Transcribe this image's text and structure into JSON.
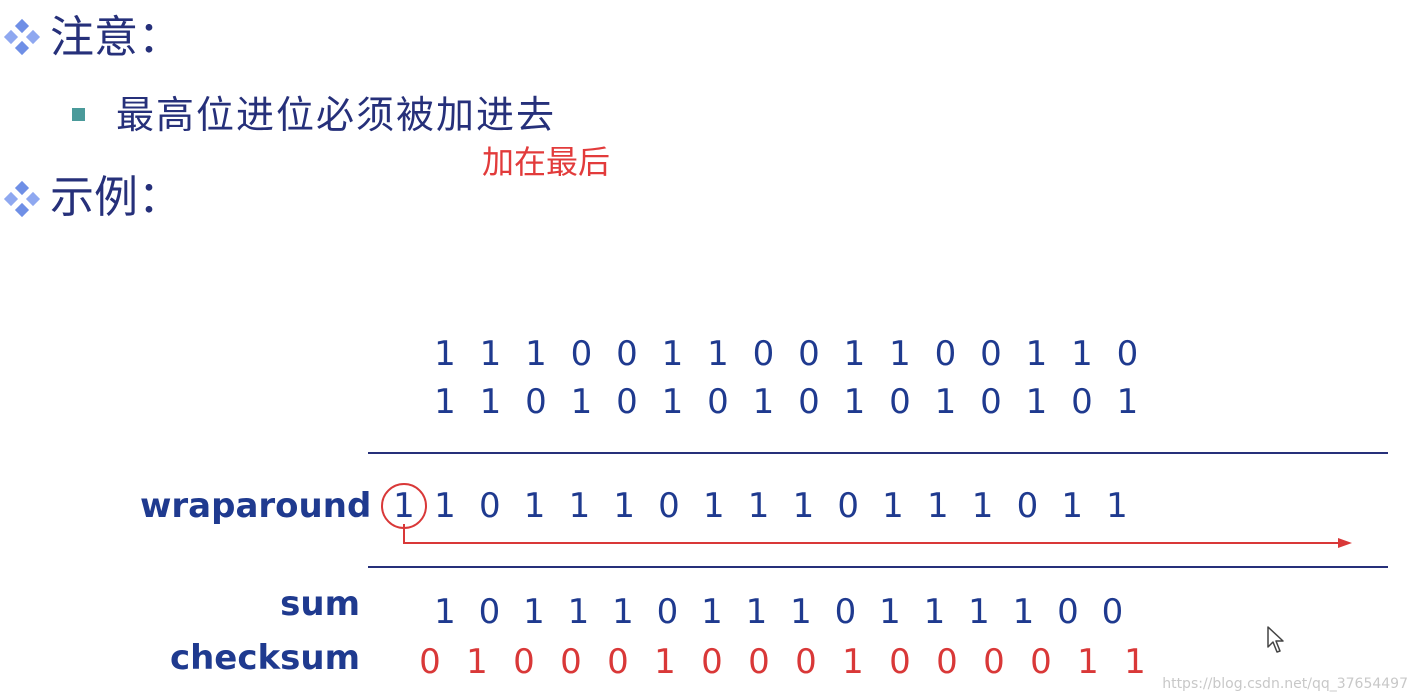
{
  "notes": {
    "heading": "注意：",
    "point": "最高位进位必须被加进去",
    "annotation": "加在最后"
  },
  "example": {
    "heading": "示例："
  },
  "computation": {
    "operand1": [
      "1",
      "1",
      "1",
      "0",
      "0",
      "1",
      "1",
      "0",
      "0",
      "1",
      "1",
      "0",
      "0",
      "1",
      "1",
      "0"
    ],
    "operand2": [
      "1",
      "1",
      "0",
      "1",
      "0",
      "1",
      "0",
      "1",
      "0",
      "1",
      "0",
      "1",
      "0",
      "1",
      "0",
      "1"
    ],
    "wraparound": {
      "label": "wraparound",
      "carry": "1",
      "bits": [
        "1",
        "0",
        "1",
        "1",
        "1",
        "0",
        "1",
        "1",
        "1",
        "0",
        "1",
        "1",
        "1",
        "0",
        "1",
        "1"
      ]
    },
    "sum": {
      "label": "sum",
      "bits": [
        "1",
        "0",
        "1",
        "1",
        "1",
        "0",
        "1",
        "1",
        "1",
        "0",
        "1",
        "1",
        "1",
        "1",
        "0",
        "0"
      ]
    },
    "checksum": {
      "label": "checksum",
      "bits": [
        "0",
        "1",
        "0",
        "0",
        "0",
        "1",
        "0",
        "0",
        "0",
        "1",
        "0",
        "0",
        "0",
        "0",
        "1",
        "1"
      ]
    }
  },
  "colors": {
    "heading_text": "#26307a",
    "digits": "#1f3a8f",
    "accent_red": "#d93838",
    "annotation_red": "#e23b3b",
    "bullet_square": "#4a9a9a",
    "diamond": "#6f8fe6"
  },
  "watermark": "https://blog.csdn.net/qq_37654497"
}
